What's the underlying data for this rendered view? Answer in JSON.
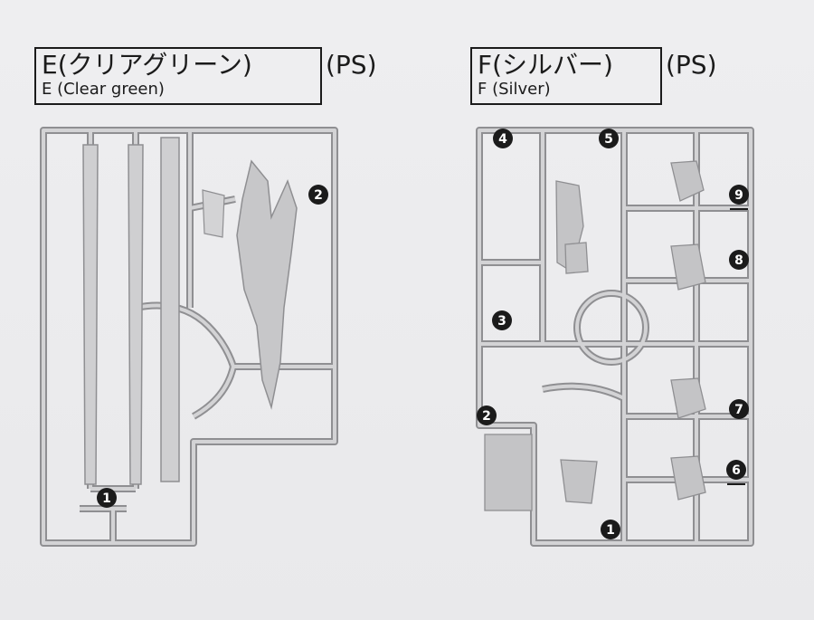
{
  "sprue_e": {
    "title": "E(クリアグリーン)",
    "subtitle": "E (Clear green)",
    "material": "(PS)",
    "part_numbers": [
      "1",
      "2"
    ]
  },
  "sprue_f": {
    "title": "F(シルバー)",
    "subtitle": "F (Silver)",
    "material": "(PS)",
    "part_numbers": [
      "4",
      "5",
      "9",
      "8",
      "3",
      "2",
      "7",
      "6",
      "1"
    ]
  },
  "colors": {
    "background": "#ebebed",
    "runner": "#b9b9bb",
    "runner_outline": "#8f8f92",
    "ink": "#1b1b1b"
  }
}
